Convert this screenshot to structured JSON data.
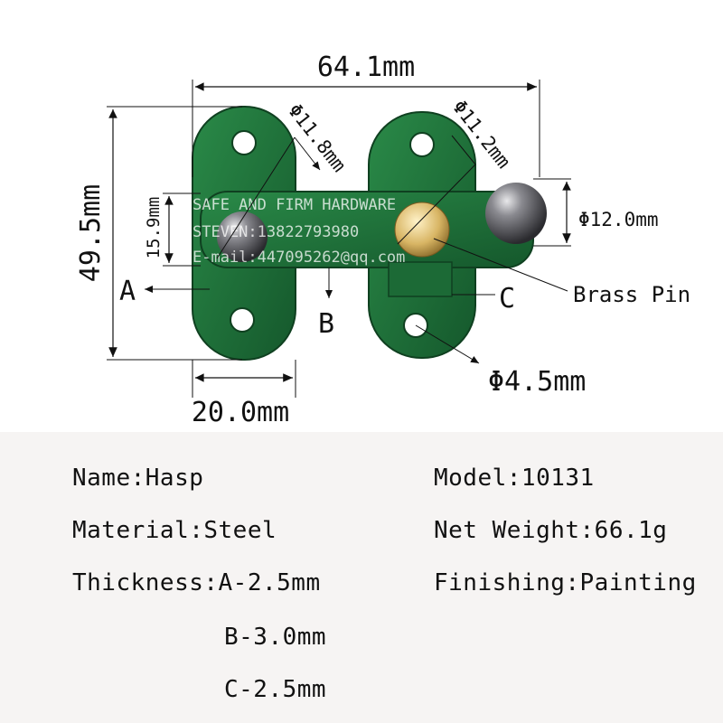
{
  "dimensions": {
    "overall_width": "64.1mm",
    "overall_height": "49.5mm",
    "bolt_height": "15.9mm",
    "plate_width": "20.0mm",
    "left_knob_dia": "Φ11.8mm",
    "right_knob_dia": "Φ11.2mm",
    "ball_dia": "Φ12.0mm",
    "hole_dia": "Φ4.5mm"
  },
  "callouts": {
    "part_a": "A",
    "part_b": "B",
    "part_c": "C",
    "brass_pin": "Brass Pin"
  },
  "watermark": {
    "line1": "SAFE AND FIRM HARDWARE",
    "line2": "STEVEN:13822793980",
    "line3": "E-mail:447095262@qq.com"
  },
  "specs": {
    "name": "Name:Hasp",
    "model": "Model:10131",
    "material": "Material:Steel",
    "net_weight": "Net Weight:66.1g",
    "thickness_a": "Thickness:A-2.5mm",
    "finishing": "Finishing:Painting",
    "thickness_b": "B-3.0mm",
    "thickness_c": "C-2.5mm"
  },
  "colors": {
    "paint": "#1f6e3a",
    "brass": "#d8b564",
    "steel": "#6e6e72"
  }
}
